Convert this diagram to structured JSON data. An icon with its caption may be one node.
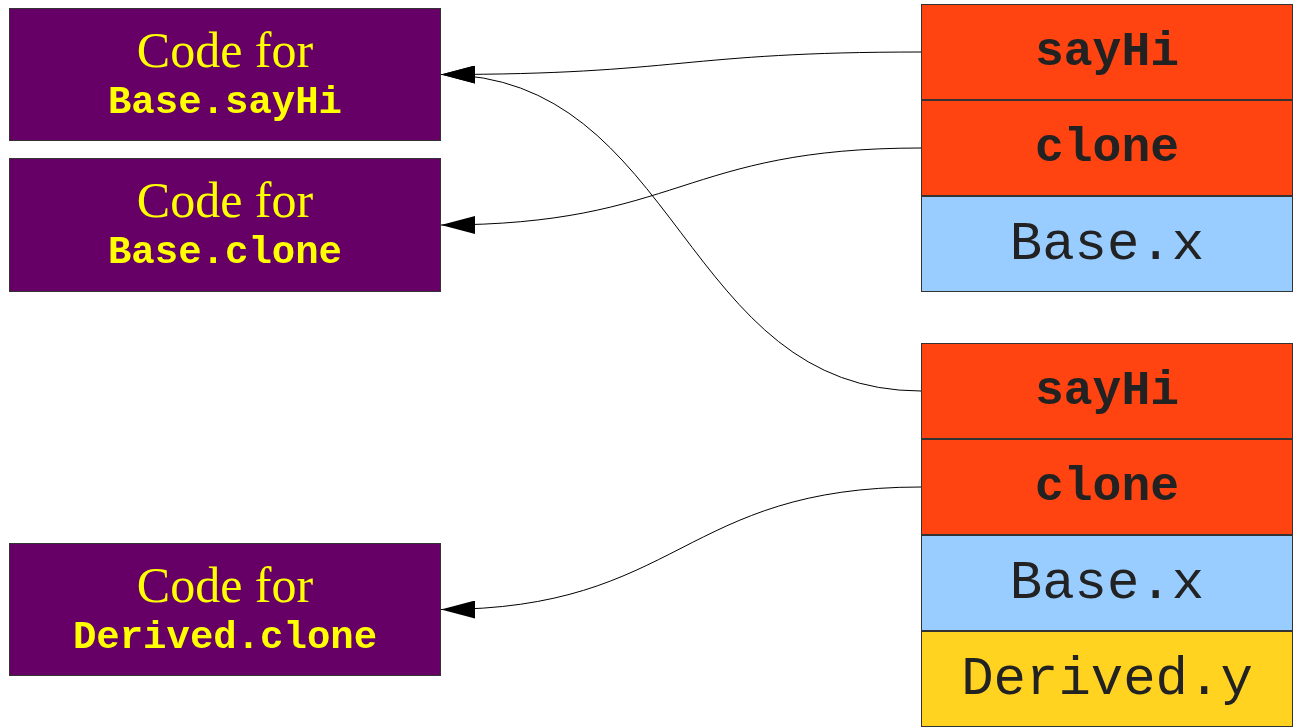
{
  "diagram": {
    "nodes": [
      {
        "text": [
          "Code for",
          "Base.sayHi"
        ]
      },
      {
        "text": [
          "Code for",
          "Base.clone"
        ]
      },
      {
        "text": [
          "Code for",
          "Derived.clone"
        ]
      },
      {
        "text": [
          "sayHi"
        ]
      },
      {
        "text": [
          "clone"
        ]
      },
      {
        "text": [
          "Base.x"
        ]
      },
      {
        "text": [
          "sayHi"
        ]
      },
      {
        "text": [
          "clone"
        ]
      },
      {
        "text": [
          "Base.x"
        ]
      },
      {
        "text": [
          "Derived.y"
        ]
      }
    ],
    "edges": [
      {
        "from": 3,
        "to": 0,
        "arrow": "to"
      },
      {
        "from": 4,
        "to": 1,
        "arrow": "to"
      },
      {
        "from": 6,
        "to": 0,
        "arrow": "to"
      },
      {
        "from": 7,
        "to": 2,
        "arrow": "to"
      }
    ]
  }
}
